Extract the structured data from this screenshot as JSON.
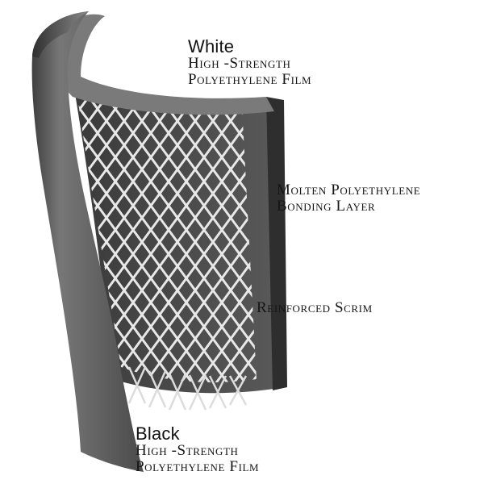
{
  "labels": {
    "white": {
      "heading": "White",
      "line1": "High -Strength",
      "line2": "Polyethylene Film"
    },
    "molten": {
      "line1": "Molten Polyethylene",
      "line2": "Bonding Layer"
    },
    "scrim": {
      "line1": "Reinforced Scrim"
    },
    "black": {
      "heading": "Black",
      "line1": "High -Strength",
      "line2": "Polyethylene Film"
    }
  },
  "colors": {
    "outer_sheet": "#6e6e6e",
    "outer_sheet_dark": "#3c3c3c",
    "middle_sheet": "#4b4b4b",
    "scrim_mesh": "#e6e6e6",
    "background": "#ffffff"
  }
}
